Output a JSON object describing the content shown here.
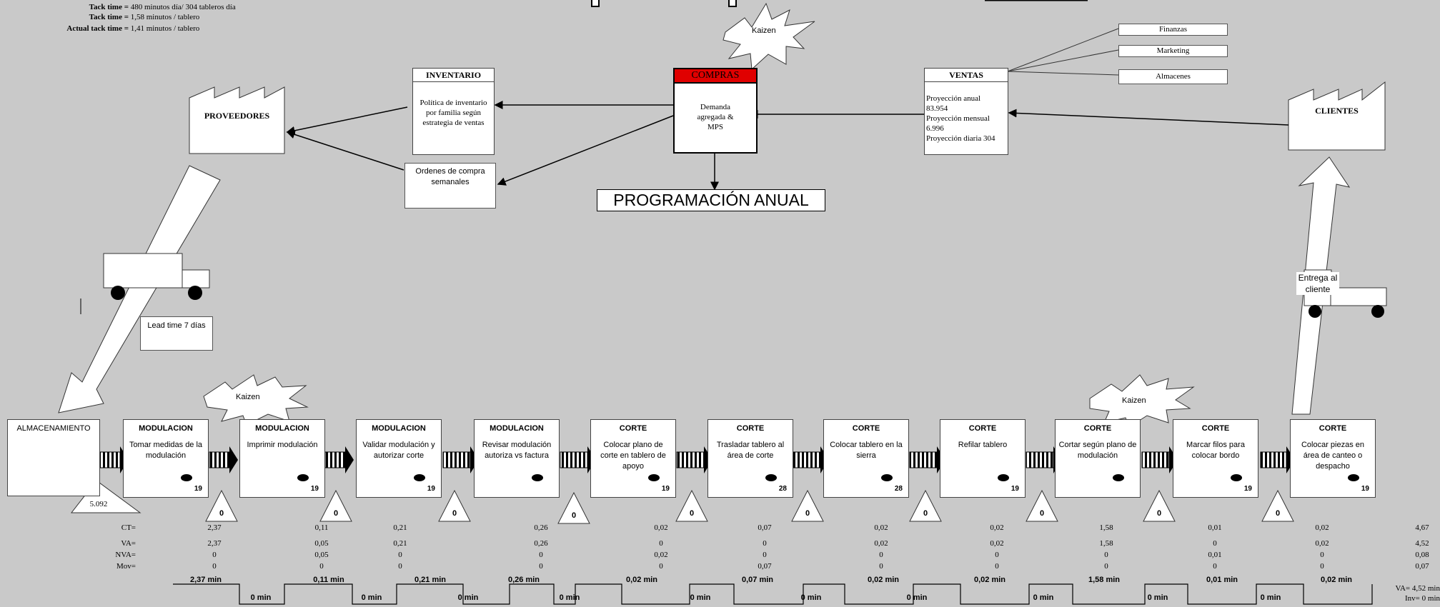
{
  "takt": {
    "line1_label": "Tack time =",
    "line1_value": "480 minutos día/ 304 tableros día",
    "line2_label": "Tack time =",
    "line2_value": "1,58 minutos / tablero",
    "line3_label": "Actual tack time =",
    "line3_value": "1,41 minutos / tablero"
  },
  "kaizen_label": "Kaizen",
  "proveedores": "PROVEEDORES",
  "clientes": "CLIENTES",
  "inventario": {
    "title": "INVENTARIO",
    "body": "Política de inventario por familia según estrategia de ventas"
  },
  "compras": {
    "title": "COMPRAS",
    "body": "Demanda agregada & MPS"
  },
  "ventas": {
    "title": "VENTAS",
    "line1": "Proyección anual",
    "line2": "83.954",
    "line3": "Proyección mensual",
    "line4": "6.996",
    "line5": "Proyección diaria 304"
  },
  "ventas_links": [
    "Finanzas",
    "Marketing",
    "Almacenes"
  ],
  "ordenes": "Ordenes de compra semanales",
  "programacion": "PROGRAMACIÓN ANUAL",
  "lead_time": "Lead time 7 días",
  "entrega": "Entrega al cliente",
  "almacenamiento": {
    "title": "ALMACENAMIENTO",
    "stock": "5.092"
  },
  "processes": [
    {
      "title": "MODULACION",
      "desc": "Tomar medidas de la modulación",
      "num": "19"
    },
    {
      "title": "MODULACION",
      "desc": "Imprimir modulación",
      "num": "19"
    },
    {
      "title": "MODULACION",
      "desc": "Validar modulación y autorizar corte",
      "num": "19"
    },
    {
      "title": "MODULACION",
      "desc": "Revisar modulación autoriza vs factura",
      "num": ""
    },
    {
      "title": "CORTE",
      "desc": "Colocar plano de corte en tablero de apoyo",
      "num": "19"
    },
    {
      "title": "CORTE",
      "desc": "Trasladar tablero al área de corte",
      "num": "28"
    },
    {
      "title": "CORTE",
      "desc": "Colocar tablero en la sierra",
      "num": "28"
    },
    {
      "title": "CORTE",
      "desc": "Refilar tablero",
      "num": "19"
    },
    {
      "title": "CORTE",
      "desc": "Cortar según plano de modulación",
      "num": ""
    },
    {
      "title": "CORTE",
      "desc": "Marcar filos para colocar bordo",
      "num": "19"
    },
    {
      "title": "CORTE",
      "desc": "Colocar piezas en área de canteo o despacho",
      "num": "19"
    }
  ],
  "inventory_zero": "0",
  "metric_labels": [
    "CT=",
    "VA=",
    "NVA=",
    "Mov="
  ],
  "metrics": {
    "ct": [
      "2,37",
      "0,11",
      "0,21",
      "0,26",
      "0,02",
      "0,07",
      "0,02",
      "0,02",
      "1,58",
      "0,01",
      "0,02",
      "4,67"
    ],
    "va": [
      "2,37",
      "0,05",
      "0,21",
      "0,26",
      "0",
      "0",
      "0,02",
      "0,02",
      "1,58",
      "0",
      "0,02",
      "4,52"
    ],
    "nva": [
      "0",
      "0,05",
      "0",
      "0",
      "0,02",
      "0",
      "0",
      "0",
      "0",
      "0,01",
      "0",
      "0,08"
    ],
    "mov": [
      "0",
      "0",
      "0",
      "0",
      "0",
      "0,07",
      "0",
      "0",
      "0",
      "0",
      "0",
      "0,07"
    ]
  },
  "timeline_top": [
    "2,37 min",
    "0,11 min",
    "0,21 min",
    "0,26 min",
    "0,02 min",
    "0,07 min",
    "0,02 min",
    "0,02 min",
    "1,58 min",
    "0,01 min",
    "0,02 min"
  ],
  "timeline_bottom": [
    "0 min",
    "0 min",
    "0 min",
    "0 min",
    "0 min",
    "0 min",
    "0 min",
    "0 min",
    "0 min",
    "0 min"
  ],
  "summary": {
    "va": "VA= 4,52 min",
    "inv": "Inv= 0 min"
  }
}
